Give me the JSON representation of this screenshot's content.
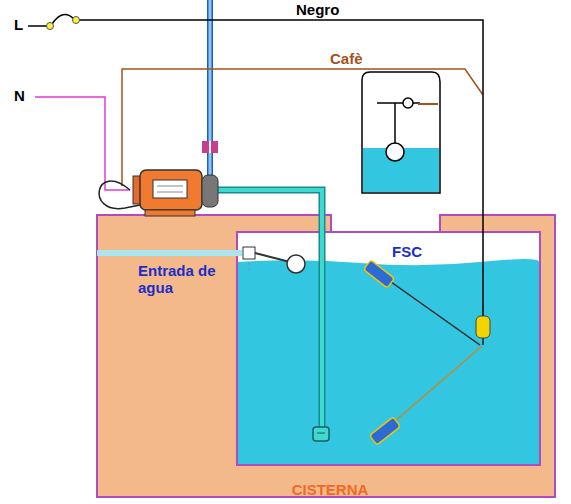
{
  "diagram": {
    "labels": [
      "L",
      "N",
      "Negro",
      "Cafè",
      "Entrada de agua",
      "FSC",
      "CISTERNA"
    ]
  }
}
